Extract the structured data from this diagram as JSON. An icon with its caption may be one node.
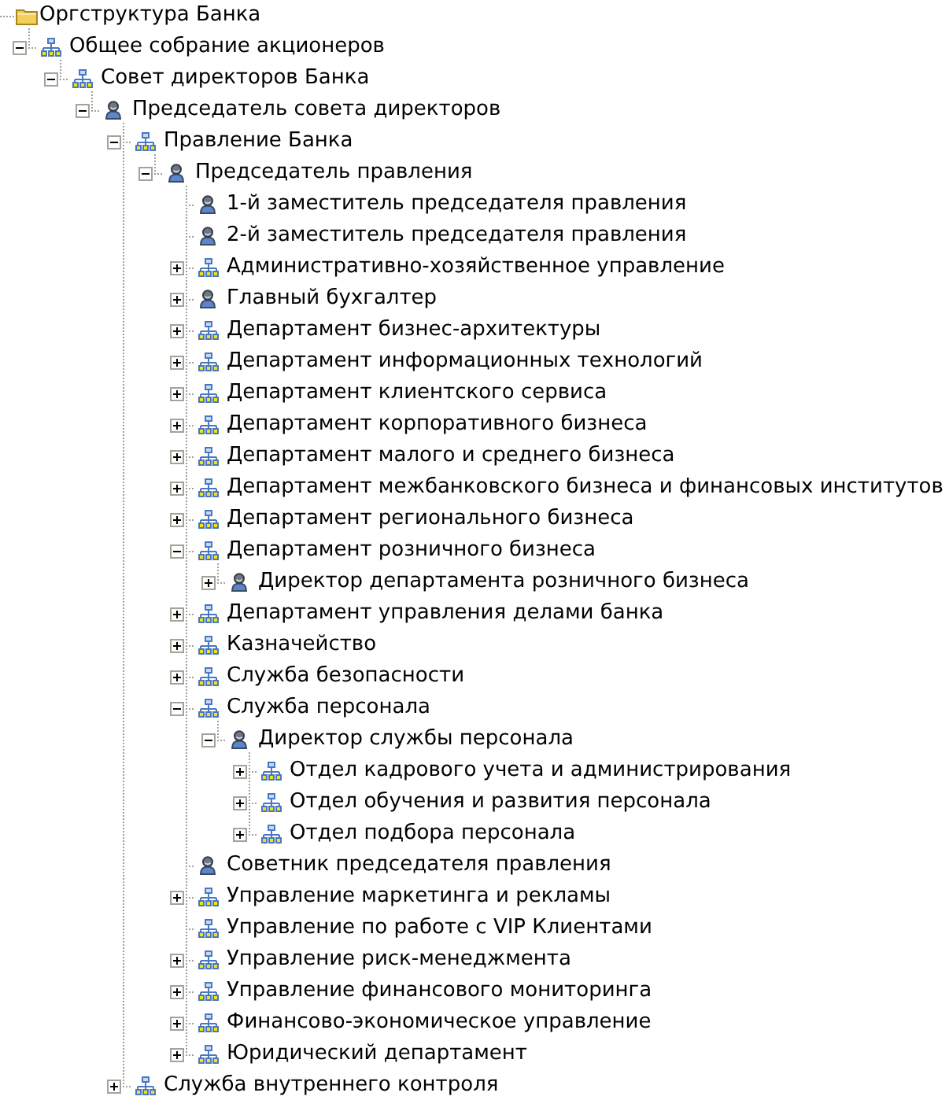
{
  "diagram": {
    "nodes": [
      {
        "text": [
          "Оргструктура Банка"
        ]
      },
      {
        "text": [
          "Общее собрание акционеров"
        ]
      },
      {
        "text": [
          "Совет директоров Банка"
        ]
      },
      {
        "text": [
          "Председатель совета директоров"
        ]
      },
      {
        "text": [
          "Правление Банка"
        ]
      },
      {
        "text": [
          "Председатель правления"
        ]
      },
      {
        "text": [
          "1-й заместитель председателя правления"
        ]
      },
      {
        "text": [
          "2-й заместитель председателя правления"
        ]
      },
      {
        "text": [
          "Административно-хозяйственное управление"
        ]
      },
      {
        "text": [
          "Главный бухгалтер"
        ]
      },
      {
        "text": [
          "Департамент бизнес-архитектуры"
        ]
      },
      {
        "text": [
          "Департамент информационных технологий"
        ]
      },
      {
        "text": [
          "Департамент клиентского сервиса"
        ]
      },
      {
        "text": [
          "Департамент корпоративного бизнеса"
        ]
      },
      {
        "text": [
          "Департамент малого и среднего бизнеса"
        ]
      },
      {
        "text": [
          "Департамент межбанковского бизнеса и финансовых институтов"
        ]
      },
      {
        "text": [
          "Департамент регионального бизнеса"
        ]
      },
      {
        "text": [
          "Департамент розничного бизнеса"
        ]
      },
      {
        "text": [
          "Директор департамента розничного бизнеса"
        ]
      },
      {
        "text": [
          "Департамент управления делами банка"
        ]
      },
      {
        "text": [
          "Казначейство"
        ]
      },
      {
        "text": [
          "Служба безопасности"
        ]
      },
      {
        "text": [
          "Служба персонала"
        ]
      },
      {
        "text": [
          "Директор службы персонала"
        ]
      },
      {
        "text": [
          "Отдел кадрового учета и администрирования"
        ]
      },
      {
        "text": [
          "Отдел обучения и развития персонала"
        ]
      },
      {
        "text": [
          "Отдел подбора персонала"
        ]
      },
      {
        "text": [
          "Советник председателя правления"
        ]
      },
      {
        "text": [
          "Управление маркетинга и рекламы"
        ]
      },
      {
        "text": [
          "Управление по работе с VIP Клиентами"
        ]
      },
      {
        "text": [
          "Управление риск-менеджмента"
        ]
      },
      {
        "text": [
          "Управление финансового мониторинга"
        ]
      },
      {
        "text": [
          "Финансово-экономическое управление"
        ]
      },
      {
        "text": [
          "Юридический департамент"
        ]
      },
      {
        "text": [
          "Служба внутреннего контроля"
        ]
      }
    ],
    "edges": [
      {
        "from": null,
        "to": 0,
        "arrow": "none"
      },
      {
        "from": 0,
        "to": 1,
        "arrow": "none"
      },
      {
        "from": 1,
        "to": 2,
        "arrow": "none"
      },
      {
        "from": 2,
        "to": 3,
        "arrow": "none"
      },
      {
        "from": 3,
        "to": 4,
        "arrow": "none"
      },
      {
        "from": 4,
        "to": 5,
        "arrow": "none"
      },
      {
        "from": 5,
        "to": 6,
        "arrow": "none"
      },
      {
        "from": 5,
        "to": 7,
        "arrow": "none"
      },
      {
        "from": 5,
        "to": 8,
        "arrow": "none"
      },
      {
        "from": 5,
        "to": 9,
        "arrow": "none"
      },
      {
        "from": 5,
        "to": 10,
        "arrow": "none"
      },
      {
        "from": 5,
        "to": 11,
        "arrow": "none"
      },
      {
        "from": 5,
        "to": 12,
        "arrow": "none"
      },
      {
        "from": 5,
        "to": 13,
        "arrow": "none"
      },
      {
        "from": 5,
        "to": 14,
        "arrow": "none"
      },
      {
        "from": 5,
        "to": 15,
        "arrow": "none"
      },
      {
        "from": 5,
        "to": 16,
        "arrow": "none"
      },
      {
        "from": 5,
        "to": 17,
        "arrow": "none"
      },
      {
        "from": 17,
        "to": 18,
        "arrow": "none"
      },
      {
        "from": 5,
        "to": 19,
        "arrow": "none"
      },
      {
        "from": 5,
        "to": 20,
        "arrow": "none"
      },
      {
        "from": 5,
        "to": 21,
        "arrow": "none"
      },
      {
        "from": 5,
        "to": 22,
        "arrow": "none"
      },
      {
        "from": 22,
        "to": 23,
        "arrow": "none"
      },
      {
        "from": 23,
        "to": 24,
        "arrow": "none"
      },
      {
        "from": 23,
        "to": 25,
        "arrow": "none"
      },
      {
        "from": 23,
        "to": 26,
        "arrow": "none"
      },
      {
        "from": 5,
        "to": 27,
        "arrow": "none"
      },
      {
        "from": 5,
        "to": 28,
        "arrow": "none"
      },
      {
        "from": 5,
        "to": 29,
        "arrow": "none"
      },
      {
        "from": 5,
        "to": 30,
        "arrow": "none"
      },
      {
        "from": 5,
        "to": 31,
        "arrow": "none"
      },
      {
        "from": 5,
        "to": 32,
        "arrow": "none"
      },
      {
        "from": 5,
        "to": 33,
        "arrow": "none"
      },
      {
        "from": 3,
        "to": 34,
        "arrow": "none"
      }
    ]
  }
}
